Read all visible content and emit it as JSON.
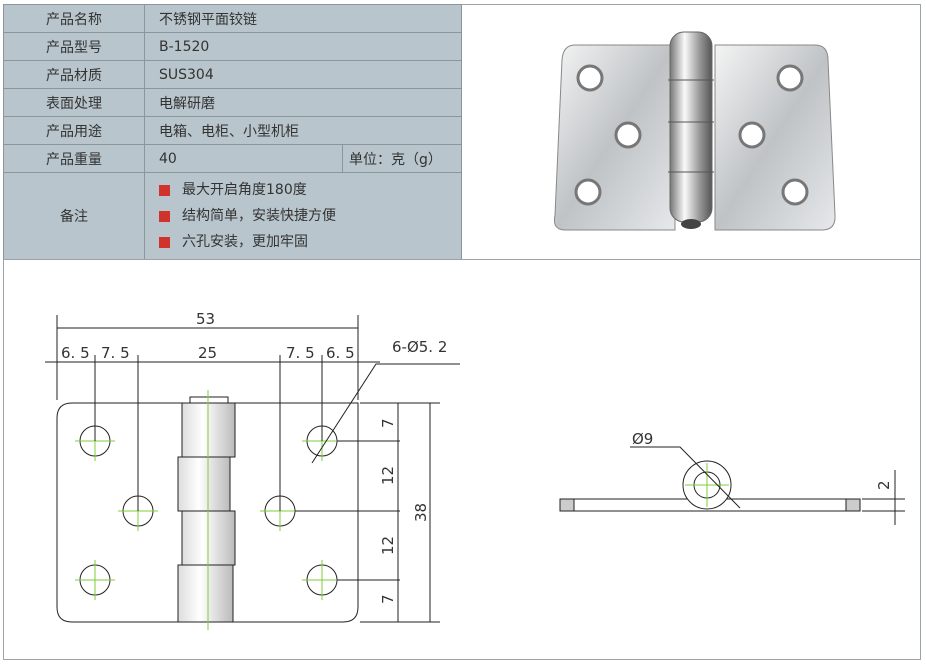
{
  "spec": {
    "rows": [
      {
        "label": "产品名称",
        "value": "不锈钢平面铰链"
      },
      {
        "label": "产品型号",
        "value": "B-1520"
      },
      {
        "label": "产品材质",
        "value": "SUS304"
      },
      {
        "label": "表面处理",
        "value": "电解研磨"
      },
      {
        "label": "产品用途",
        "value": "电箱、电柜、小型机柜"
      },
      {
        "label": "产品重量",
        "value": "40",
        "unit": "单位：克（g）"
      }
    ],
    "notes_label": "备注",
    "notes": [
      "最大开启角度180度",
      "结构简单，安装快捷方便",
      "六孔安装，更加牢固"
    ],
    "bullet_color": "#d0332b"
  },
  "drawing": {
    "overall_width": "53",
    "seg1": "6. 5",
    "seg2": "7. 5",
    "seg3": "25",
    "seg4": "7. 5",
    "seg5": "6. 5",
    "holes": "6-Ø5. 2",
    "v1": "7",
    "v2": "12",
    "v3": "12",
    "v4": "7",
    "height": "38",
    "pin_dia": "Ø9",
    "thickness": "2"
  }
}
